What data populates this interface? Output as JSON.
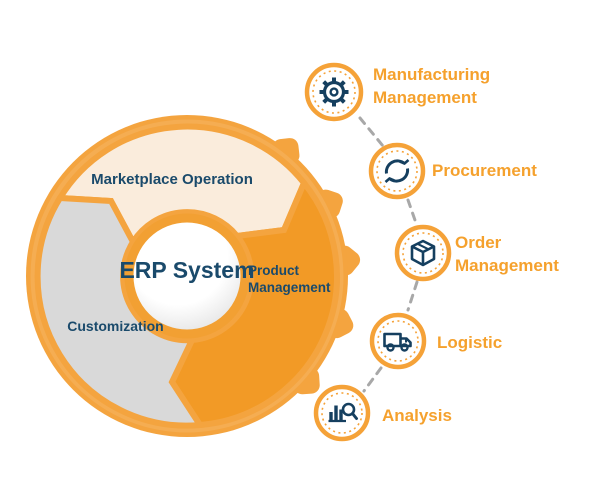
{
  "colors": {
    "ring_orange": "#F4A43F",
    "segment_orange": "#F29A26",
    "segment_cream": "#FAECDC",
    "segment_gray": "#D9D9D9",
    "navy_text": "#1A4A6B",
    "icon_navy": "#153F5F",
    "module_label_orange": "#F5A12D",
    "connector_gray": "#A8A8A8"
  },
  "diagram": {
    "center_label": "ERP System",
    "segments": [
      {
        "label": "Marketplace Operation",
        "color": "#FAECDC"
      },
      {
        "label": "Product Management",
        "color": "#F29A26"
      },
      {
        "label": "Customization",
        "color": "#D9D9D9"
      }
    ]
  },
  "modules": [
    {
      "label": "Manufacturing Management",
      "icon": "gear-icon"
    },
    {
      "label": "Procurement",
      "icon": "exchange-arrows-icon"
    },
    {
      "label": "Order Management",
      "icon": "package-box-icon"
    },
    {
      "label": "Logistic",
      "icon": "truck-icon"
    },
    {
      "label": "Analysis",
      "icon": "bar-chart-magnifier-icon"
    }
  ]
}
